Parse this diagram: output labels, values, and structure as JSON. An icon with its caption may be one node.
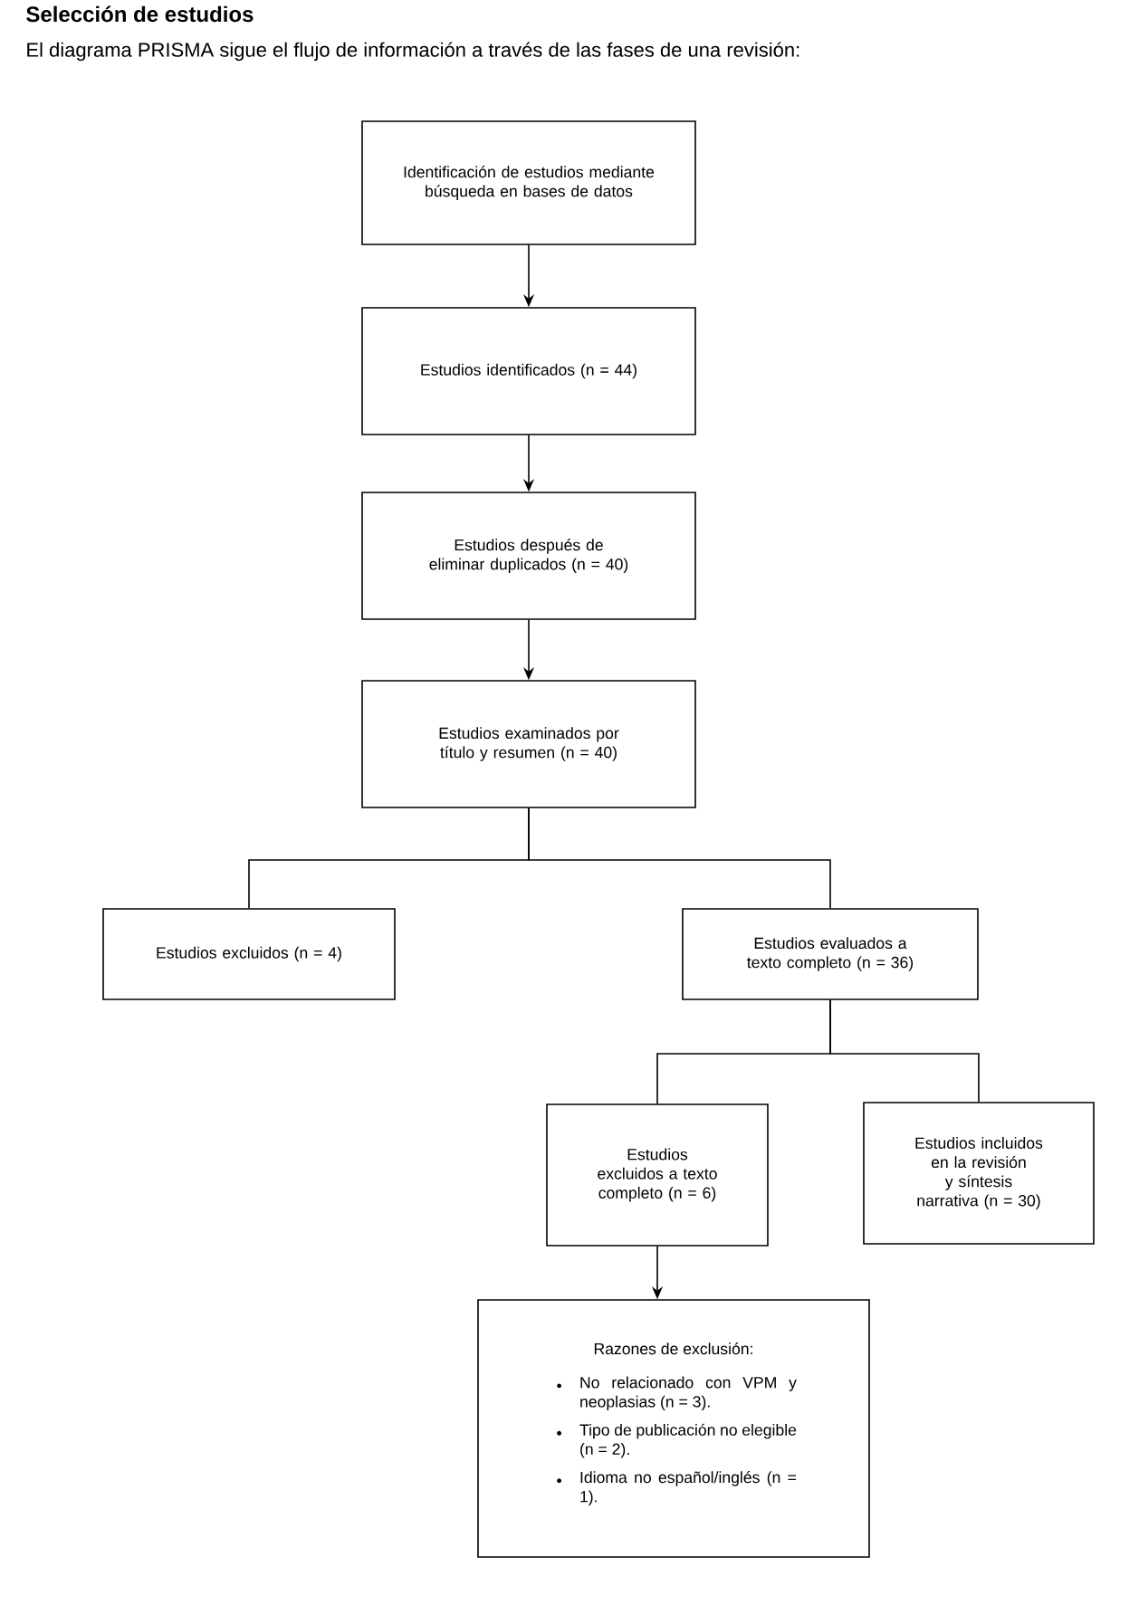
{
  "diagram": {
    "title": "Selección de estudios",
    "nodes": [
      {
        "text": [
          "Identificación de estudios mediante búsqueda en bases de datos"
        ]
      },
      {
        "text": [
          "Estudios identificados (n = 44)"
        ]
      },
      {
        "text": [
          "Estudios después de eliminar duplicados (n = 40)"
        ]
      },
      {
        "text": [
          "Estudios examinados por título y resumen (n = 40)"
        ]
      },
      {
        "text": [
          "Estudios excluidos (n = 4)"
        ]
      },
      {
        "text": [
          "Estudios evaluados a texto completo (n = 36)"
        ]
      },
      {
        "text": [
          "Estudios excluidos a texto completo (n = 6)"
        ]
      },
      {
        "text": [
          "Estudios incluidos en la revisión y síntesis narrativa (n = 30)"
        ]
      },
      {
        "text": [
          "Razones de exclusión:",
          "No relacionado con VPM y neoplasias (n = 3).",
          "Tipo de publicación no elegible (n = 2).",
          "Idioma no español/inglés (n = 1)."
        ]
      }
    ],
    "edges": [
      {
        "from": 0,
        "to": 1,
        "arrow": "to"
      },
      {
        "from": 1,
        "to": 2,
        "arrow": "to"
      },
      {
        "from": 2,
        "to": 3,
        "arrow": "to"
      },
      {
        "from": 3,
        "to": 4,
        "arrow": "none"
      },
      {
        "from": 3,
        "to": 5,
        "arrow": "none"
      },
      {
        "from": 5,
        "to": 6,
        "arrow": "none"
      },
      {
        "from": 5,
        "to": 7,
        "arrow": "none"
      },
      {
        "from": 6,
        "to": 8,
        "arrow": "to"
      }
    ],
    "labels": [
      "El diagrama PRISMA sigue el flujo de información a través de las fases de una revisión:"
    ]
  }
}
